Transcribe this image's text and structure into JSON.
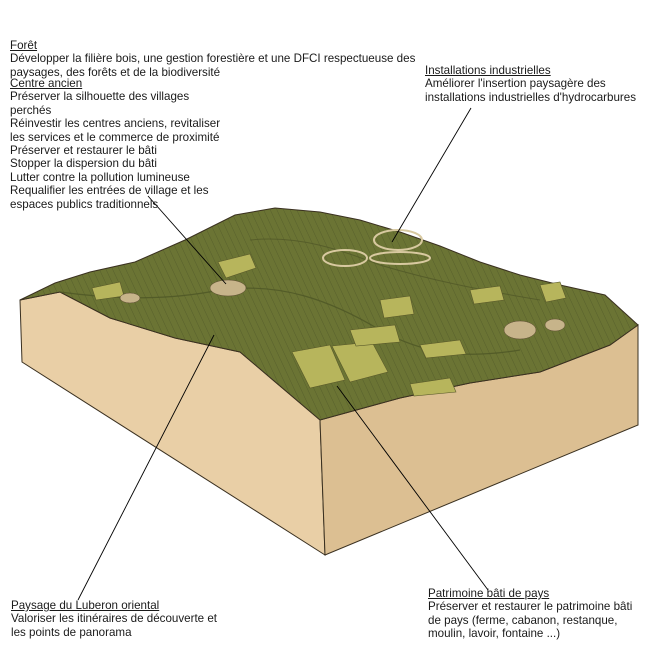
{
  "labels": {
    "foret": {
      "heading": "Forêt",
      "lines": [
        "Développer la filière bois, une gestion forestière et une DFCI respectueuse des",
        "paysages, des forêts et de la biodiversité"
      ]
    },
    "centre_ancien": {
      "heading": "Centre ancien",
      "lines": [
        "Préserver la silhouette des villages",
        "perchés",
        "Réinvestir les centres anciens, revitaliser",
        "les services et le commerce de proximité",
        "Préserver et restaurer le bâti",
        "Stopper la dispersion du bâti",
        "Lutter contre la pollution lumineuse",
        "Requalifier les entrées de village et les",
        "espaces publics traditionnels"
      ]
    },
    "installations": {
      "heading": "Installations industrielles",
      "lines": [
        "Améliorer l'insertion paysagère des",
        "installations industrielles d'hydrocarbures"
      ]
    },
    "luberon": {
      "heading": "Paysage du Luberon oriental",
      "lines": [
        "Valoriser les itinéraires de découverte et",
        "les points de panorama"
      ]
    },
    "patrimoine": {
      "heading": "Patrimoine bâti de pays",
      "lines": [
        "Préserver et restaurer le patrimoine bâti",
        "de pays (ferme, cabanon, restanque,",
        "moulin, lavoir, fontaine ...)"
      ]
    }
  },
  "colors": {
    "forest": "#6b7434",
    "forest_dark": "#4e5626",
    "field": "#b7b55c",
    "soil_front": "#e9cfa6",
    "soil_side": "#dcbf92",
    "outline": "#3a3020"
  }
}
